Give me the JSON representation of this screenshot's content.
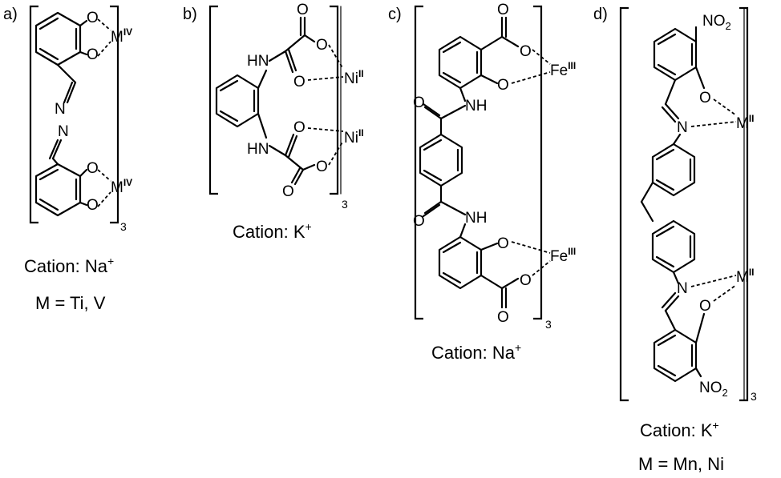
{
  "panels": [
    {
      "label": "a)",
      "metal": "M",
      "metal_ox": "IV",
      "multiplicity": "3",
      "cation_text": "Cation: Na",
      "cation_sup": "+",
      "metal_list": "M = Ti, V"
    },
    {
      "label": "b)",
      "metal": "Ni",
      "metal_ox": "II",
      "multiplicity": "3",
      "cation_text": "Cation: K",
      "cation_sup": "+"
    },
    {
      "label": "c)",
      "metal": "Fe",
      "metal_ox": "III",
      "multiplicity": "3",
      "cation_text": "Cation: Na",
      "cation_sup": "+"
    },
    {
      "label": "d)",
      "metal": "M",
      "metal_ox": "II",
      "multiplicity": "3",
      "nitro": "NO",
      "nitro_sub": "2",
      "cation_text": "Cation: K",
      "cation_sup": "+",
      "metal_list": "M = Mn, Ni"
    }
  ],
  "atoms": {
    "O": "O",
    "N": "N",
    "NH": "NH",
    "HN": "HN"
  }
}
